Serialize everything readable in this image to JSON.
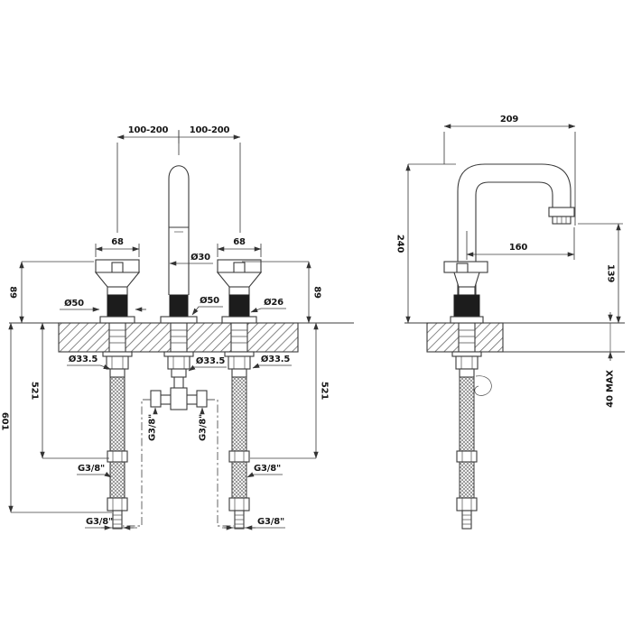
{
  "style": {
    "background": "#ffffff",
    "line_color": "#3a3a3a",
    "text_color": "#161616"
  },
  "front": {
    "spread_left": "100-200",
    "spread_right": "100-200",
    "handle_width_left": "68",
    "handle_width_right": "68",
    "spout_diameter": "Ø30",
    "height_above_deck_left": "89",
    "height_above_deck_right": "89",
    "rosette_left": "Ø50",
    "rosette_spout": "Ø50",
    "grip_right": "Ø26",
    "hole_left": "Ø33.5",
    "hole_center": "Ø33.5",
    "hole_right": "Ø33.5",
    "hose_mid_left": "521",
    "hose_mid_right": "521",
    "hose_full": "601",
    "tee_conn_left": "G3/8\"",
    "tee_conn_right": "G3/8\"",
    "hose_conn_left": "G3/8\"",
    "hose_conn_right": "G3/8\"",
    "hose_end_left": "G3/8\"",
    "hose_end_right": "G3/8\""
  },
  "side": {
    "total_width": "209",
    "height_above_deck": "240",
    "spout_reach": "160",
    "outlet_height": "139",
    "deck_thickness": "40  MAX"
  }
}
